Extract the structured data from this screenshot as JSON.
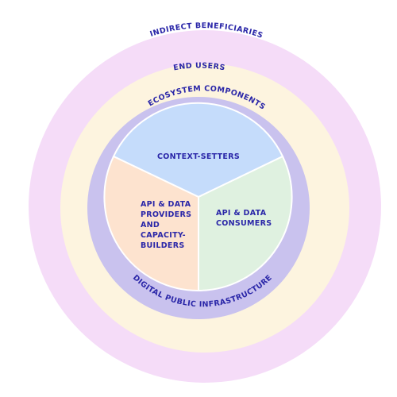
{
  "diagram": {
    "colors": {
      "indirect_ring": "#f5dcf8",
      "end_users_ring": "#fdf4df",
      "ecosystem_ring": "#c9c2ee",
      "context_setters": "#c5dcfb",
      "consumers": "#dff1e0",
      "providers": "#fde3cf",
      "segment_border": "#ffffff",
      "label_text": "#2a26a8"
    },
    "rings": {
      "indirect_beneficiaries": "INDIRECT BENEFICIARIES",
      "end_users": "END USERS",
      "ecosystem_components": "ECOSYSTEM COMPONENTS",
      "digital_public_infrastructure": "DIGITAL PUBLIC INFRASTRUCTURE"
    },
    "segments": {
      "context_setters": [
        "CONTEXT-SETTERS"
      ],
      "api_data_consumers": [
        "API & DATA",
        "CONSUMERS"
      ],
      "api_data_providers": [
        "API & DATA",
        "PROVIDERS",
        "AND",
        "CAPACITY-",
        "BUILDERS"
      ]
    }
  }
}
